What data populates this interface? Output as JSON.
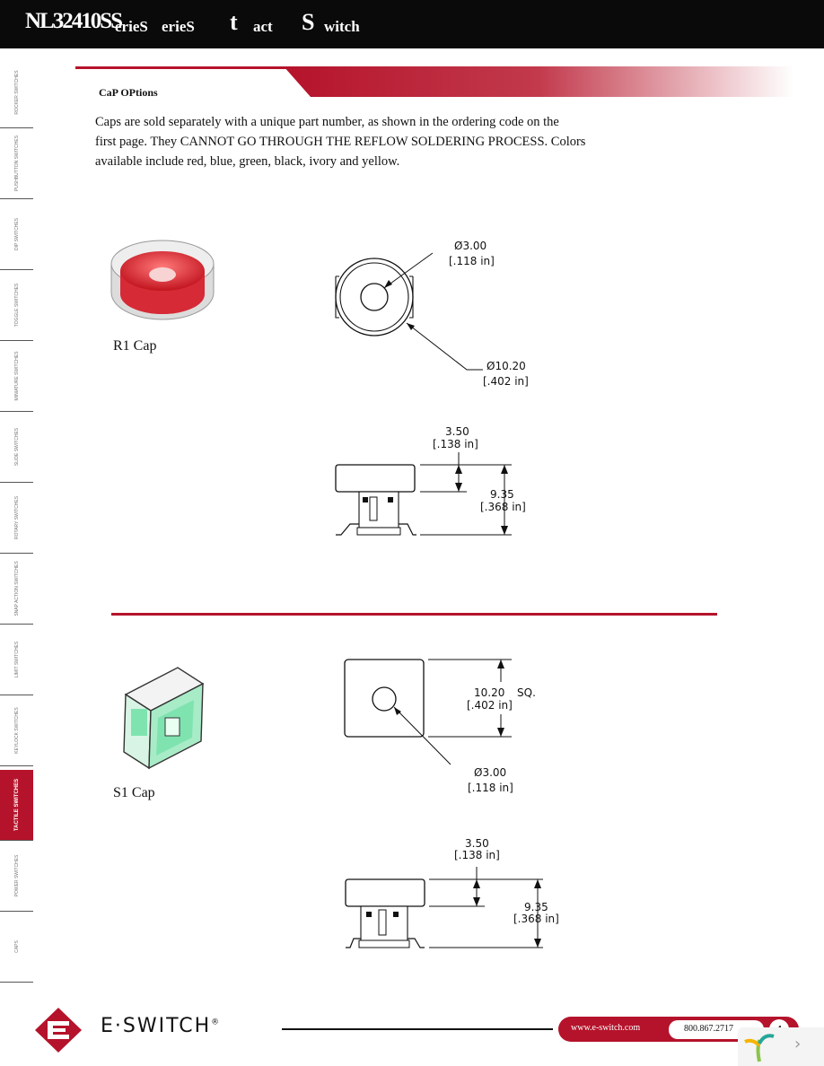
{
  "header": {
    "part": "NL32410SS",
    "series1": "erieS",
    "series2": "erieS",
    "t": "t",
    "act": "act",
    "S": "S",
    "witch": "witch"
  },
  "sidebar": {
    "tabs": [
      {
        "label": "ROCKER SWITCHES"
      },
      {
        "label": "PUSHBUTTON SWITCHES"
      },
      {
        "label": "DIP SWITCHES"
      },
      {
        "label": "TOGGLE SWITCHES"
      },
      {
        "label": "MINIATURE SWITCHES"
      },
      {
        "label": "SLIDE SWITCHES"
      },
      {
        "label": "ROTARY SWITCHES"
      },
      {
        "label": "SNAP ACTION SWITCHES"
      },
      {
        "label": "LIMIT SWITCHES"
      },
      {
        "label": "KEYLOCK SWITCHES"
      },
      {
        "label": "TACTILE SWITCHES",
        "active": true
      },
      {
        "label": "POWER SWITCHES"
      },
      {
        "label": "CAPS"
      }
    ]
  },
  "section": {
    "title": "CaP   OPtions"
  },
  "intro": {
    "line1": "Caps are sold separately with a unique part number, as shown in the ordering code on the",
    "line2": "first page. They CANNOT GO THROUGH THE REFLOW SOLDERING PROCESS. Colors",
    "line3": "available include red, blue, green, black, ivory and yellow."
  },
  "r1": {
    "caption": "R1 Cap",
    "hole_dia": "Ø3.00",
    "hole_dia_in": "[.118 in]",
    "outer_dia": "Ø10.20",
    "outer_dia_in": "[.402 in]",
    "cap_height": "3.50",
    "cap_height_in": "[.138 in]",
    "total_height": "9.35",
    "total_height_in": "[.368 in]"
  },
  "s1": {
    "caption": "S1 Cap",
    "side": "10.20",
    "side_in": "[.402 in]",
    "sq": "SQ.",
    "hole_dia": "Ø3.00",
    "hole_dia_in": "[.118 in]",
    "cap_height": "3.50",
    "cap_height_in": "[.138 in]",
    "total_height": "9.35",
    "total_height_in": "[.368 in]"
  },
  "footer": {
    "brand": "E·SWITCH",
    "reg": "®",
    "url": "www.e-switch.com",
    "phone": "800.867.2717",
    "page": "4"
  },
  "colors": {
    "brand_red": "#b5132b",
    "cap_red": "#e0303a",
    "cap_green": "#7fe3b0"
  }
}
